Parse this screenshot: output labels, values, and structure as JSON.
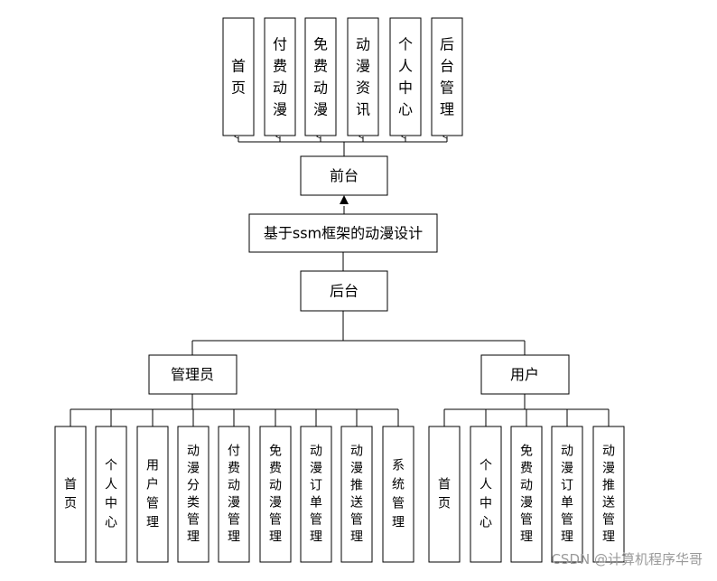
{
  "diagram": {
    "root": "基于ssm框架的动漫设计",
    "front": {
      "label": "前台",
      "children": [
        "首页",
        "付费动漫",
        "免费动漫",
        "动漫资讯",
        "个人中心",
        "后台管理"
      ]
    },
    "back": {
      "label": "后台",
      "admin": {
        "label": "管理员",
        "children": [
          "首页",
          "个人中心",
          "用户管理",
          "动漫分类管理",
          "付费动漫管理",
          "免费动漫管理",
          "动漫订单管理",
          "动漫推送管理",
          "系统管理"
        ]
      },
      "user": {
        "label": "用户",
        "children": [
          "首页",
          "个人中心",
          "免费动漫管理",
          "动漫订单管理",
          "动漫推送管理"
        ]
      }
    }
  },
  "watermark": "CSDN @计算机程序华哥"
}
